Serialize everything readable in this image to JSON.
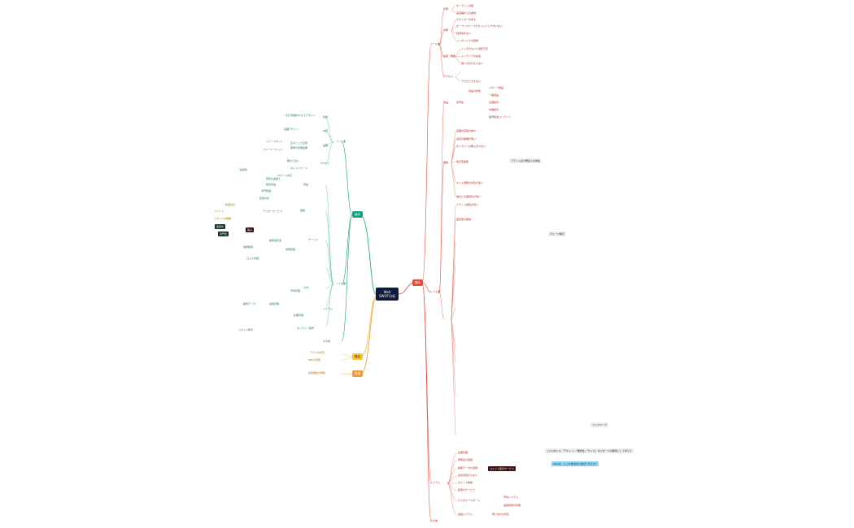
{
  "root": {
    "line1": "Web",
    "line2": "SWOT分析"
  },
  "branches": {
    "weakness": {
      "label": "弱み",
      "color": "#e84c3d"
    },
    "strength": {
      "label": "強み",
      "color": "#14a37f"
    },
    "opportunity": {
      "label": "機会",
      "color": "#f4c430"
    },
    "threat": {
      "label": "脅威",
      "color": "#f29a38"
    }
  },
  "weakness": {
    "top_group": "ツール面",
    "top_children": [
      "外部",
      "内部",
      "速度・機能",
      "アクセス"
    ],
    "top_leaves": [
      "オンラインの壁",
      "実店舗からの誘導",
      "カウンターがある",
      "オープンスペースやセットバックが少ない",
      "駐車場がない",
      "シンボリックな建物",
      "ニッチがないと場所不足",
      "インテリアの充実",
      "使い方がわからない",
      "アクセスできない"
    ],
    "mid_group": "ソフト面",
    "mid_label_1": "商品",
    "mid_label_2": "価格",
    "mid_leaves": [
      "専門性",
      "商品の特性",
      "スポーツ用品",
      "一般用品",
      "高価格帯",
      "中価格帯",
      "販売促進コンテンツ",
      "店舗や店員の魅力",
      "来店の動機が弱い",
      "オンラインの購入が少ない",
      "地元密着型",
      "ネット通販の競合が多い",
      "他社との差別化が弱い",
      "ブランド認知が低い",
      "固定客の獲得"
    ],
    "bottom_group": "システム",
    "bottom_leaves": [
      "在庫管理",
      "受発注の遅延",
      "顧客データの活用",
      "決済手段が少ない",
      "ポイント制度",
      "コミット度のサービス",
      "配送のサービス",
      "カスタマーサポート",
      "会員システム",
      "予約システム",
      "会員情報の管理",
      "問い合わせ対応"
    ],
    "last": "その他"
  },
  "strength": {
    "upper_group": "ツール面",
    "upper_children": [
      "外観",
      "内装",
      "設備",
      "アクセス"
    ],
    "upper_leaves": [
      "一目で特徴がわかるデザイン",
      "店舗デザイン",
      "広々とした空間",
      "照明や音響設備",
      "駅から近い",
      "フリースポット",
      "フリーマーケット",
      "ポイントカード",
      "駐車場",
      "ICカード対応"
    ],
    "lower_group": "ソフト面",
    "lower_children": [
      "商品",
      "価格",
      "サービス",
      "人材"
    ],
    "lower_leaves": [
      "豊富な品揃え",
      "独自商品",
      "専門知識",
      "接客の質",
      "アフターサービス",
      "修理対応",
      "イベント",
      "スタッフの経験",
      "顧客満足度",
      "地域密着",
      "信頼関係",
      "口コミ評価"
    ],
    "highlight_1": "強み",
    "highlight_2": "差別化",
    "highlight_3": "専門性",
    "bottom_group": "システム",
    "bottom_leaves": [
      "予約管理",
      "会員管理",
      "顧客データ",
      "在庫管理",
      "オンライン販売",
      "スタッフ教育"
    ],
    "last": "その他"
  },
  "opportunity": {
    "items": [
      "アプリの普及",
      "SNSの活用"
    ]
  },
  "threat": {
    "items": [
      "競合他社の増加"
    ]
  },
  "notes": {
    "grey_1": "ブランド名や著名人の参加",
    "grey_2": "グループ展示",
    "grey_3": "ブックマーク",
    "grey_4": "これ以外にも「デザイン」「機能性」「サイズ」などを一つの要素として考える",
    "blue_1": "Webは、ここを重点的に強化できるか？"
  }
}
